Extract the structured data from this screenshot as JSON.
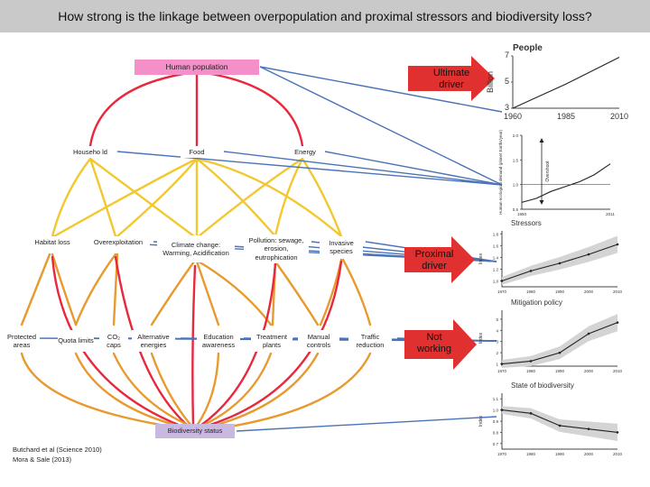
{
  "title": "How strong is the linkage between overpopulation and proximal stressors and biodiversity loss?",
  "nodes": {
    "human_population": "Human population",
    "household": "Househo ld",
    "food": "Food",
    "energy": "Energy",
    "habitat_loss": "Habitat loss",
    "overexploitation": "Overexploitation",
    "climate_change": "Climate change: Warming, Acidification",
    "pollution": "Pollution: sewage, erosion, eutrophication",
    "invasive_species": "Invasive species",
    "protected_areas": "Protected areas",
    "quota_limits": "Quota limits",
    "co2_caps": "CO₂ caps",
    "alternative_energies": "Alternative energies",
    "education_awareness": "Education awareness",
    "treatment_plants": "Treatment plants",
    "manual_controls": "Manual controls",
    "traffic_reduction": "Traffic reduction",
    "biodiversity_status": "Biodiversity status"
  },
  "callouts": {
    "ultimate_driver": "Ultimate driver",
    "proximal_driver": "Proximal driver",
    "not_working": "Not working"
  },
  "credits": [
    "Butchard et al (Science 2010)",
    "Mora & Sale (2013)"
  ],
  "colors": {
    "red": "#e8283c",
    "yellow": "#f2c82e",
    "orange": "#e89a2e",
    "pink": "#f48fc8",
    "lavender": "#c9b8e0",
    "callout_red": "#e0302f",
    "connector_blue": "#4a73b8"
  },
  "chart_data": [
    {
      "type": "line",
      "title": "People",
      "ylabel": "Billion",
      "x": [
        1960,
        1985,
        2010
      ],
      "y": [
        3,
        4.85,
        6.9
      ],
      "xticks": [
        "1960",
        "1985",
        "2010"
      ],
      "yticks": [
        "3",
        "5",
        "7"
      ],
      "ylim": [
        3,
        7
      ]
    },
    {
      "type": "line",
      "title": "",
      "ylabel": "Human ecological demand (planet Earths/year)",
      "annotation": "Overshoot",
      "x": [
        1950,
        1960,
        1970,
        1980,
        1990,
        2000,
        2011
      ],
      "y": [
        0.64,
        0.72,
        0.86,
        0.96,
        1.06,
        1.2,
        1.42
      ],
      "xticks": [
        "1950",
        "2011"
      ],
      "yticks": [
        "0.5",
        "1.0",
        "1.5",
        "2.0"
      ],
      "ylim": [
        0.5,
        2.0
      ]
    },
    {
      "type": "line",
      "title": "Stressors",
      "ylabel": "Index",
      "x": [
        1970,
        1980,
        1990,
        2000,
        2010
      ],
      "y": [
        1.0,
        1.17,
        1.3,
        1.45,
        1.62
      ],
      "xticks": [
        "1970",
        "1980",
        "1990",
        "2000",
        "2010"
      ],
      "yticks": [
        "1.0",
        "1.2",
        "1.4",
        "1.6",
        "1.8"
      ],
      "ylim": [
        0.9,
        1.85
      ]
    },
    {
      "type": "line",
      "title": "Mitigation policy",
      "ylabel": "Index",
      "x": [
        1970,
        1980,
        1990,
        2000,
        2010
      ],
      "y": [
        1.0,
        1.25,
        2.0,
        3.7,
        4.7
      ],
      "xticks": [
        "1970",
        "1980",
        "1990",
        "2000",
        "2010"
      ],
      "yticks": [
        "1",
        "2",
        "3",
        "4",
        "5"
      ],
      "ylim": [
        0.8,
        5.8
      ]
    },
    {
      "type": "line",
      "title": "State of biodiversity",
      "ylabel": "Index",
      "x": [
        1970,
        1980,
        1990,
        2000,
        2010
      ],
      "y": [
        1.0,
        0.97,
        0.86,
        0.83,
        0.8
      ],
      "xticks": [
        "1970",
        "1980",
        "1990",
        "2000",
        "2010"
      ],
      "yticks": [
        "0.7",
        "0.8",
        "0.9",
        "1.0",
        "1.1"
      ],
      "ylim": [
        0.65,
        1.15
      ]
    }
  ]
}
